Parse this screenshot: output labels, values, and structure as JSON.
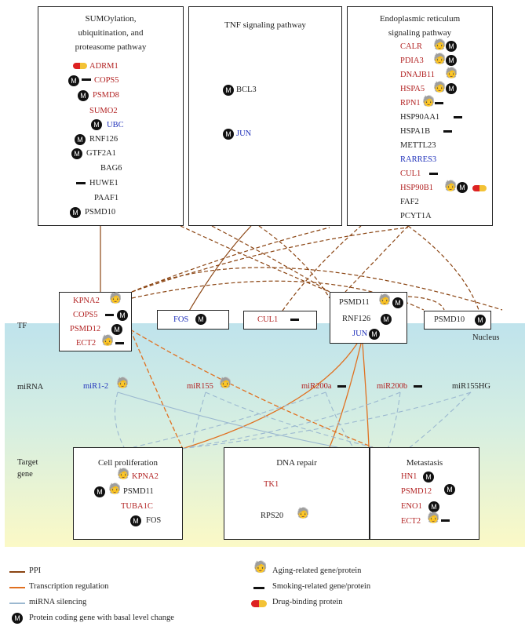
{
  "pathways": {
    "sumo": {
      "title_lines": [
        "SUMOylation,",
        "ubiquitination, and",
        "proteasome pathway"
      ],
      "genes": [
        "ADRM1",
        "COPS5",
        "PSMD8",
        "SUMO2",
        "UBC",
        "RNF126",
        "GTF2A1",
        "BAG6",
        "HUWE1",
        "PAAF1",
        "PSMD10"
      ]
    },
    "tnf": {
      "title": "TNF signaling pathway",
      "genes": [
        "BCL3",
        "JUN"
      ]
    },
    "er": {
      "title_lines": [
        "Endoplasmic reticulum",
        "signaling pathway"
      ],
      "genes": [
        "CALR",
        "PDIA3",
        "DNAJB11",
        "HSPA5",
        "RPN1",
        "HSP90AA1",
        "HSPA1B",
        "METTL23",
        "RARRES3",
        "CUL1",
        "HSP90B1",
        "FAF2",
        "PCYT1A"
      ]
    }
  },
  "tf": {
    "label": "TF",
    "nucleus_label": "Nucleus",
    "box1": [
      "KPNA2",
      "COPS5",
      "PSMD12",
      "ECT2"
    ],
    "fos": "FOS",
    "cul1": "CUL1",
    "box4": [
      "PSMD11",
      "RNF126",
      "JUN"
    ],
    "psmd10": "PSMD10"
  },
  "mirna": {
    "label": "miRNA",
    "items": [
      "miR1-2",
      "miR155",
      "miR200a",
      "miR200b",
      "miR155HG"
    ]
  },
  "target": {
    "label_lines": [
      "Target",
      "gene"
    ],
    "cell": {
      "title": "Cell proliferation",
      "genes": [
        "KPNA2",
        "PSMD11",
        "TUBA1C",
        "FOS"
      ]
    },
    "dna": {
      "title": "DNA repair",
      "genes": [
        "TK1",
        "RPS20"
      ]
    },
    "meta": {
      "title": "Metastasis",
      "genes": [
        "HN1",
        "PSMD12",
        "ENO1",
        "ECT2"
      ]
    }
  },
  "legend": {
    "ppi": "PPI",
    "tr": "Transcription regulation",
    "mir": "miRNA silencing",
    "m": "Protein coding gene with basal level change",
    "aging": "Aging-related gene/protein",
    "smoking": "Smoking-related gene/protein",
    "drug": "Drug-binding protein"
  },
  "m_symbol": "M",
  "colors": {
    "red": "#b22222",
    "blue": "#2233bb",
    "ppi": "#8b4513",
    "tr": "#e07020",
    "mir": "#9bb8d0",
    "nucleus_top": "#bfe3ec",
    "nucleus_bottom": "#fbf9c6"
  }
}
